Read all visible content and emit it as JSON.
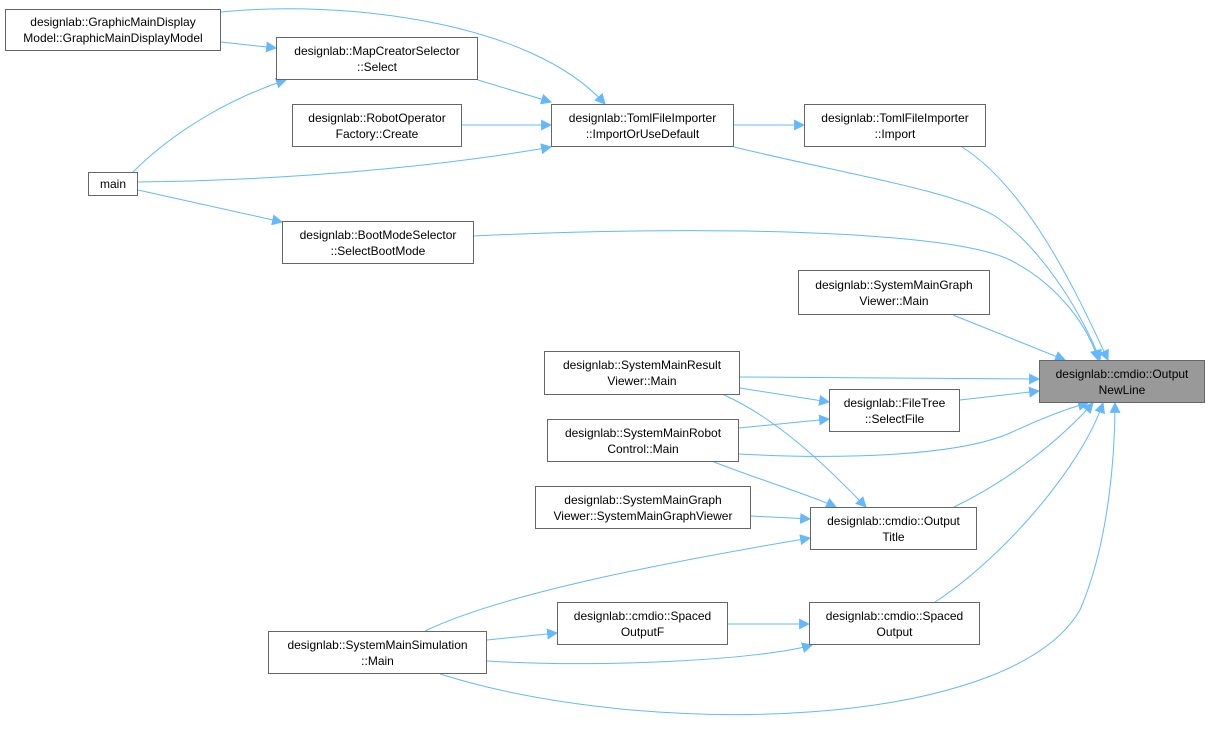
{
  "graph": {
    "edge_color": "#63b8ff",
    "focus_fill": "#999999",
    "nodes": {
      "graphic_main_display_model": [
        "designlab::GraphicMainDisplay",
        "Model::GraphicMainDisplayModel"
      ],
      "map_creator_selector": [
        "designlab::MapCreatorSelector",
        "::Select"
      ],
      "robot_operator_factory": [
        "designlab::RobotOperator",
        "Factory::Create"
      ],
      "main": [
        "main"
      ],
      "boot_mode_selector": [
        "designlab::BootModeSelector",
        "::SelectBootMode"
      ],
      "toml_import_or_default": [
        "designlab::TomlFileImporter",
        "::ImportOrUseDefault"
      ],
      "toml_import": [
        "designlab::TomlFileImporter",
        "::Import"
      ],
      "graph_viewer_main": [
        "designlab::SystemMainGraph",
        "Viewer::Main"
      ],
      "output_newline": [
        "designlab::cmdio::Output",
        "NewLine"
      ],
      "result_viewer_main": [
        "designlab::SystemMainResult",
        "Viewer::Main"
      ],
      "file_tree_select": [
        "designlab::FileTree",
        "::SelectFile"
      ],
      "robot_control_main": [
        "designlab::SystemMainRobot",
        "Control::Main"
      ],
      "graph_viewer_ctor": [
        "designlab::SystemMainGraph",
        "Viewer::SystemMainGraphViewer"
      ],
      "output_title": [
        "designlab::cmdio::Output",
        "Title"
      ],
      "spaced_output_f": [
        "designlab::cmdio::Spaced",
        "OutputF"
      ],
      "spaced_output": [
        "designlab::cmdio::Spaced",
        "Output"
      ],
      "simulation_main": [
        "designlab::SystemMainSimulation",
        "::Main"
      ]
    }
  }
}
